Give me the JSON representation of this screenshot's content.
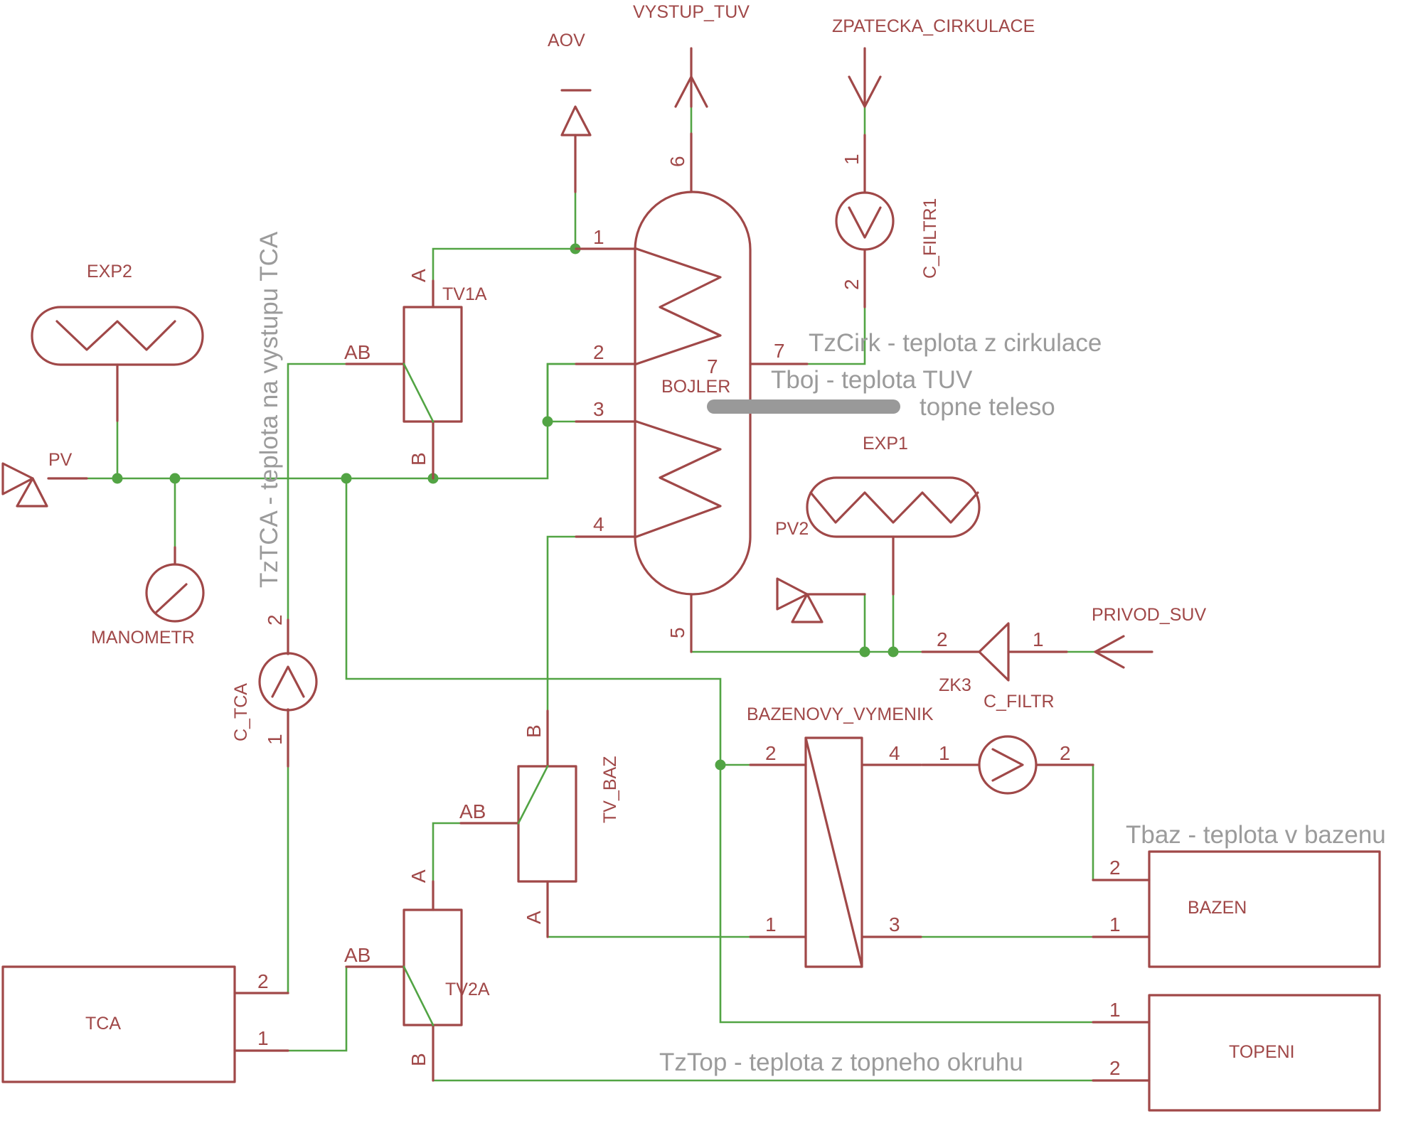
{
  "components": {
    "aov": "AOV",
    "vystup_tuv": "VYSTUP_TUV",
    "zpatecka_cirkulace": "ZPATECKA_CIRKULACE",
    "exp2": "EXP2",
    "tv1a": "TV1A",
    "bojler": "BOJLER",
    "c_filtr1": "C_FILTR1",
    "pv": "PV",
    "manometr": "MANOMETR",
    "exp1": "EXP1",
    "pv2": "PV2",
    "privod_suv": "PRIVOD_SUV",
    "zk3": "ZK3",
    "c_filtr": "C_FILTR",
    "c_tca": "C_TCA",
    "bazenovy_vymenik": "BAZENOVY_VYMENIK",
    "tv_baz": "TV_BAZ",
    "tca": "TCA",
    "tv2a": "TV2A",
    "bazen": "BAZEN",
    "topeni": "TOPENI"
  },
  "notes": {
    "tztca": "TzTCA - teplota na vystupu TCA",
    "tzcirk": "TzCirk - teplota z cirkulace",
    "tboj": "Tboj - teplota TUV",
    "topne_teleso": "topne teleso",
    "tbaz": "Tbaz - teplota v bazenu",
    "tztop": "TzTop - teplota z topneho okruhu"
  },
  "pins": {
    "p1": "1",
    "p2": "2",
    "p3": "3",
    "p4": "4",
    "p5": "5",
    "p6": "6",
    "p7": "7",
    "a": "A",
    "b": "B",
    "ab": "AB"
  },
  "colors": {
    "symbol": "#a04848",
    "wire": "#52a444",
    "note": "#9b9b9b",
    "heater": "#999999"
  }
}
